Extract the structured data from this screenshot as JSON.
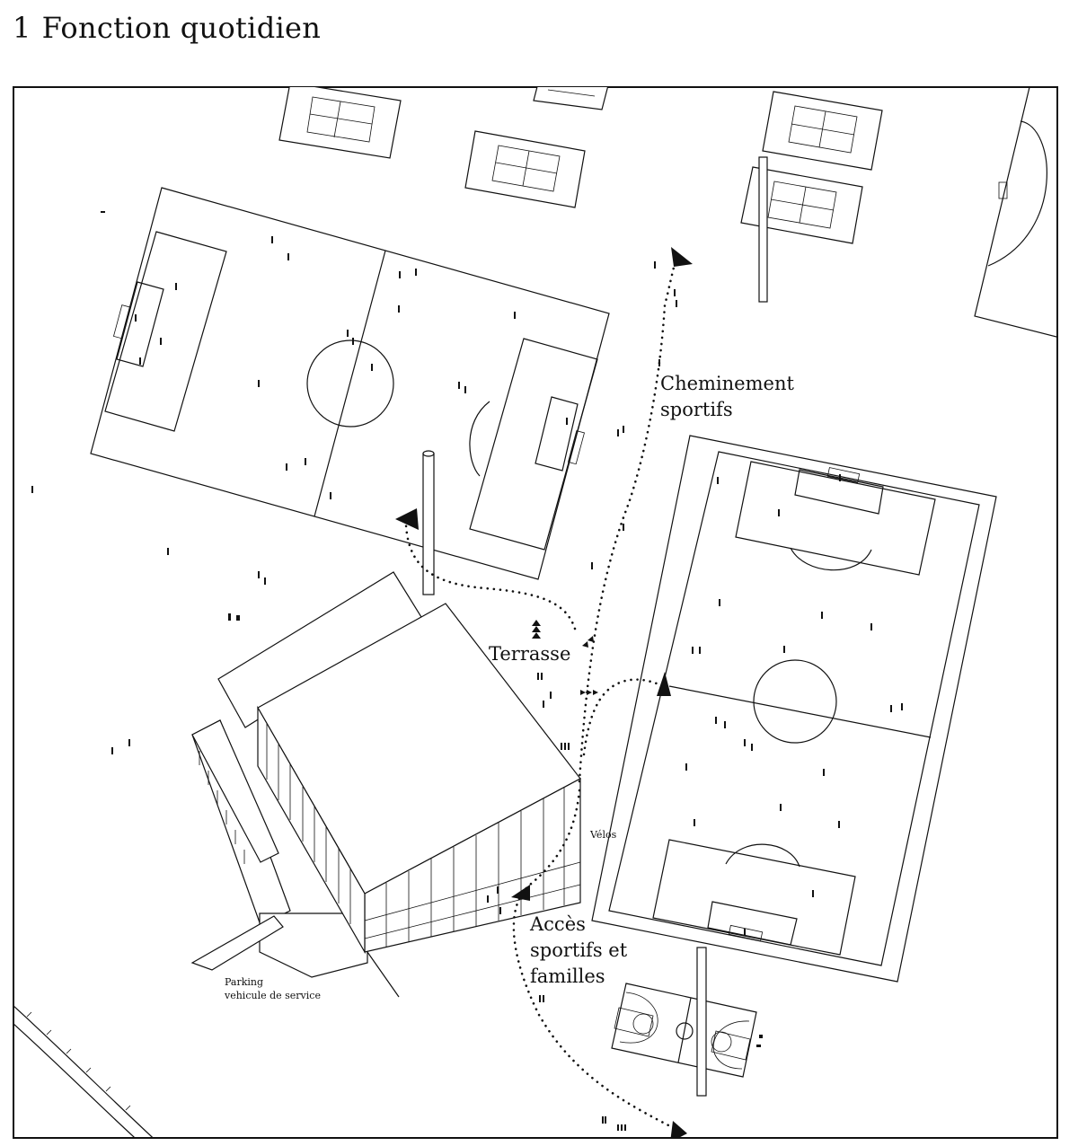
{
  "header": {
    "number": "1",
    "title": "Fonction quotidien"
  },
  "labels": {
    "cheminement_line1": "Cheminement",
    "cheminement_line2": "sportifs",
    "terrasse": "Terrasse",
    "velos": "Vélos",
    "acces_line1": "Accès",
    "acces_line2": "sportifs et",
    "acces_line3": "familles",
    "parking_line1": "Parking",
    "parking_line2": "vehicule de service"
  }
}
